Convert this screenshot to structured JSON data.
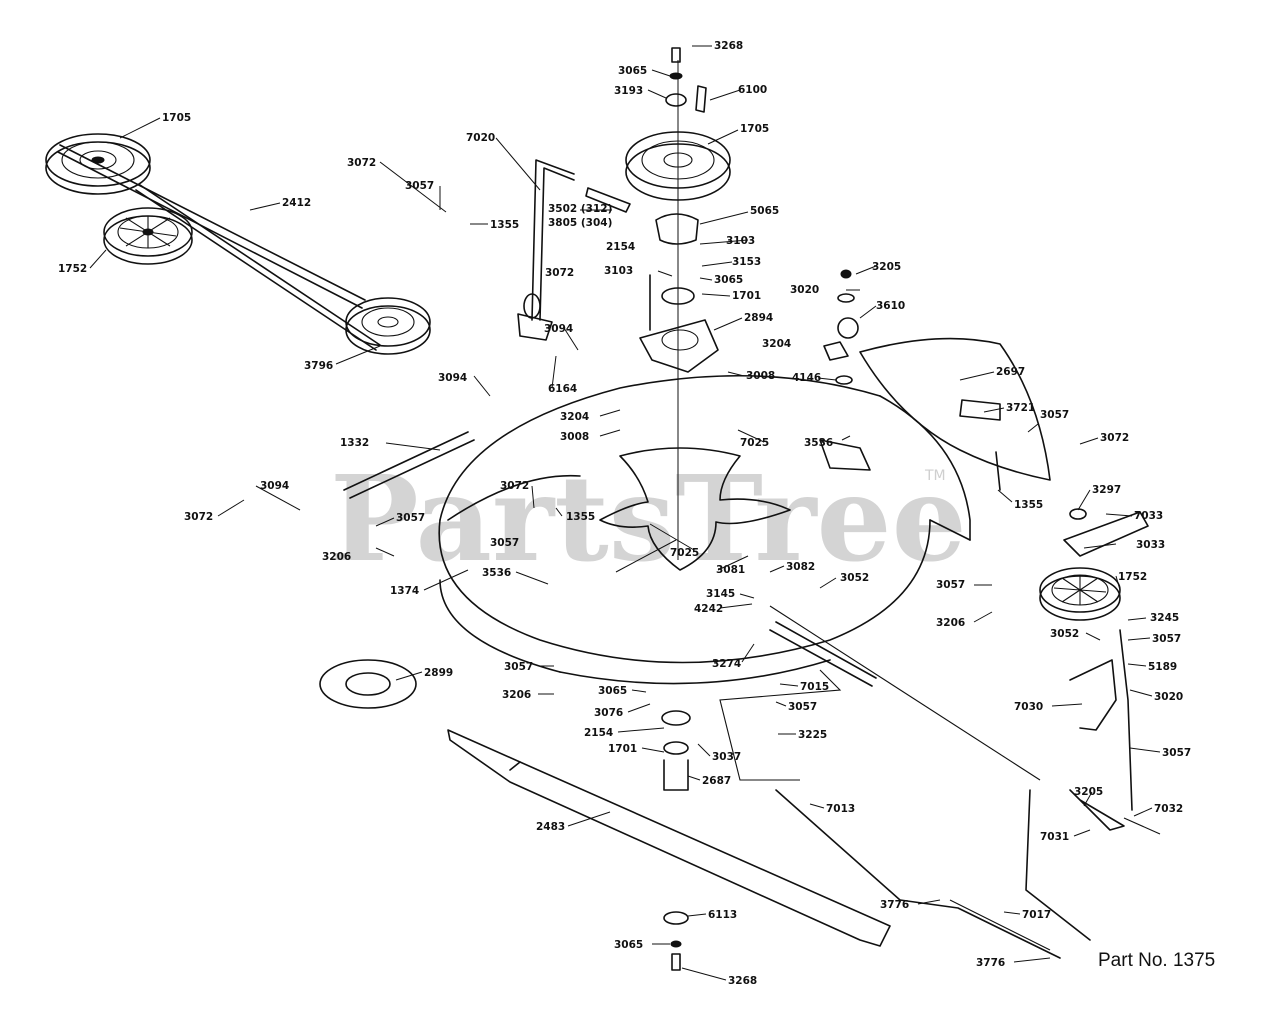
{
  "watermark": {
    "text": "PartsTree",
    "tm": "TM"
  },
  "part_number": "Part No. 1375",
  "callouts": {
    "c3268_top": "3268",
    "c3065_top": "3065",
    "c3193": "3193",
    "c6100": "6100",
    "c1705_right": "1705",
    "c1705_left": "1705",
    "c7020": "7020",
    "c3072_a": "3072",
    "c3057_a": "3057",
    "c2412": "2412",
    "c1355_a": "1355",
    "c3502": "3502 (312)",
    "c3805": "3805 (304)",
    "c5065": "5065",
    "c3103_a": "3103",
    "c2154_a": "2154",
    "c3153": "3153",
    "c3103_b": "3103",
    "c3065_b": "3065",
    "c1701_a": "1701",
    "c3072_b": "3072",
    "c1752_left": "1752",
    "c3205_a": "3205",
    "c3020_a": "3020",
    "c3610": "3610",
    "c2894": "2894",
    "c3094_a": "3094",
    "c3204_a": "3204",
    "c3796": "3796",
    "c6164": "6164",
    "c3008_a": "3008",
    "c4146": "4146",
    "c2697": "2697",
    "c3094_b": "3094",
    "c3204_b": "3204",
    "c3008_b": "3008",
    "c3721": "3721",
    "c3057_b": "3057",
    "c3072_c": "3072",
    "c7025_a": "7025",
    "c3536_a": "3536",
    "c1332": "1332",
    "c3094_c": "3094",
    "c3072_d": "3072",
    "c3072_e": "3072",
    "c1355_b": "1355",
    "c3297": "3297",
    "c7033": "7033",
    "c3057_c": "3057",
    "c3057_d": "3057",
    "c1355_c": "1355",
    "c3033": "3033",
    "c3206_a": "3206",
    "c7025_b": "7025",
    "c3081": "3081",
    "c3082": "3082",
    "c3052_a": "3052",
    "c1752_right": "1752",
    "c3536_b": "3536",
    "c3145": "3145",
    "c4242": "4242",
    "c3057_e": "3057",
    "c1374": "1374",
    "c3206_b": "3206",
    "c3245": "3245",
    "c3057_f": "3057",
    "c3052_b": "3052",
    "c3274": "3274",
    "c2899": "2899",
    "c3057_g": "3057",
    "c5189": "5189",
    "c3206_c": "3206",
    "c3065_c": "3065",
    "c7015": "7015",
    "c3020_b": "3020",
    "c3076": "3076",
    "c3057_h": "3057",
    "c7030": "7030",
    "c2154_b": "2154",
    "c3225": "3225",
    "c1701_b": "1701",
    "c3037": "3037",
    "c3057_i": "3057",
    "c2687": "2687",
    "c3205_b": "3205",
    "c7013": "7013",
    "c7032": "7032",
    "c2483": "2483",
    "c7031": "7031",
    "c3776_a": "3776",
    "c7017": "7017",
    "c6113": "6113",
    "c3065_d": "3065",
    "c3776_b": "3776",
    "c3268_bottom": "3268"
  }
}
